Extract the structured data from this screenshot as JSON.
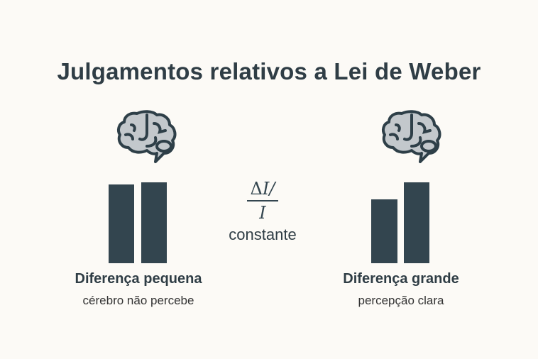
{
  "title": "Julgamentos relativos a Lei de Weber",
  "colors": {
    "background": "#fcfaf6",
    "bar": "#33454f",
    "brain_fill": "#c3c8cc",
    "brain_stroke": "#2e3f48",
    "text": "#2f3d45"
  },
  "formula": {
    "numerator_symbol": "Δ",
    "numerator_var": "I/",
    "denominator": "I",
    "caption": "constante"
  },
  "panels": [
    {
      "icon": "brain-icon",
      "label": "Diferença pequena",
      "sublabel": "cérebro não percebe",
      "bars": [
        {
          "height": 111
        },
        {
          "height": 114
        }
      ]
    },
    {
      "icon": "brain-icon",
      "label": "Diferença grande",
      "sublabel": "percepção clara",
      "bars": [
        {
          "height": 90
        },
        {
          "height": 114
        }
      ]
    }
  ]
}
